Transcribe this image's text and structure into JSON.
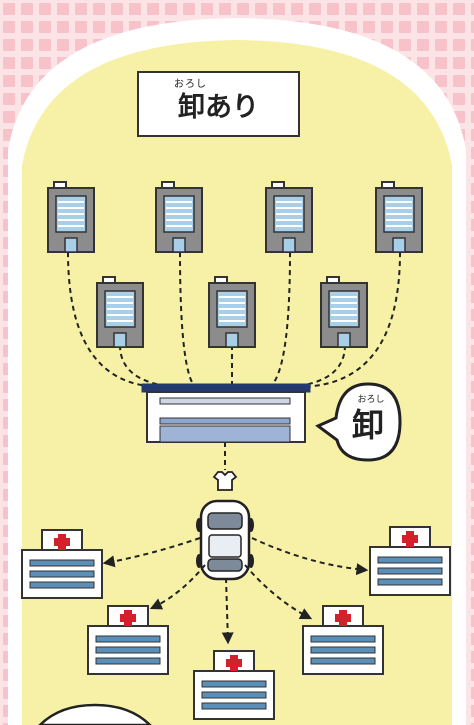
{
  "title": {
    "ruby": "おろし",
    "text": "卸あり"
  },
  "bubble": {
    "ruby": "おろし",
    "text": "卸"
  },
  "diagram": {
    "manufacturers": 7,
    "wholesaler": 1,
    "delivery_vehicle": 1,
    "hospitals": 5
  },
  "colors": {
    "pattern_pink": "#f7c8cf",
    "background_yellow": "#f7f1a8",
    "building_gray": "#8c8c8c",
    "window_blue": "#a9cfe8",
    "wholesaler_roof": "#223a6e",
    "hospital_cross": "#d4202a",
    "hospital_lines": "#5a8fb8"
  }
}
